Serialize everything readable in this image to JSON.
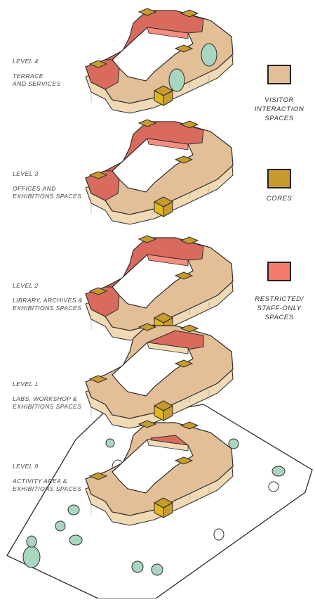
{
  "levels": [
    {
      "title": "LEVEL 4",
      "description": "TERRACE\nAND SERVICES"
    },
    {
      "title": "LEVEL 3",
      "description": "OFFICES AND\nEXHIBITIONS SPACES"
    },
    {
      "title": "LEVEL 2",
      "description": "LIBRARY, ARCHIVES &\nEXHIBITIONS SPACES"
    },
    {
      "title": "LEVEL 1",
      "description": "LABS, WORKSHOP &\nEXHIBITIONS SPACES"
    },
    {
      "title": "LEVEL 0",
      "description": "ACTIVITY AREA &\nEXHIBITIONS SPACES"
    }
  ],
  "legend": [
    {
      "label": "VISITOR\nINTERACTION\nSPACES",
      "color": "#e3bf97"
    },
    {
      "label": "CORES",
      "color": "#c79b2e"
    },
    {
      "label": "RESTRICTED/\nSTAFF-ONLY\nSPACES",
      "color": "#f27b6c"
    }
  ],
  "colors": {
    "visitor": "#e3bf97",
    "visitor_side": "#f0d9b5",
    "core": "#c79b2e",
    "core_side": "#e0b81c",
    "restricted": "#d96a5e",
    "restricted_light": "#f58e80",
    "tree": "#a9d6c0",
    "outline": "#2b2b2b"
  }
}
